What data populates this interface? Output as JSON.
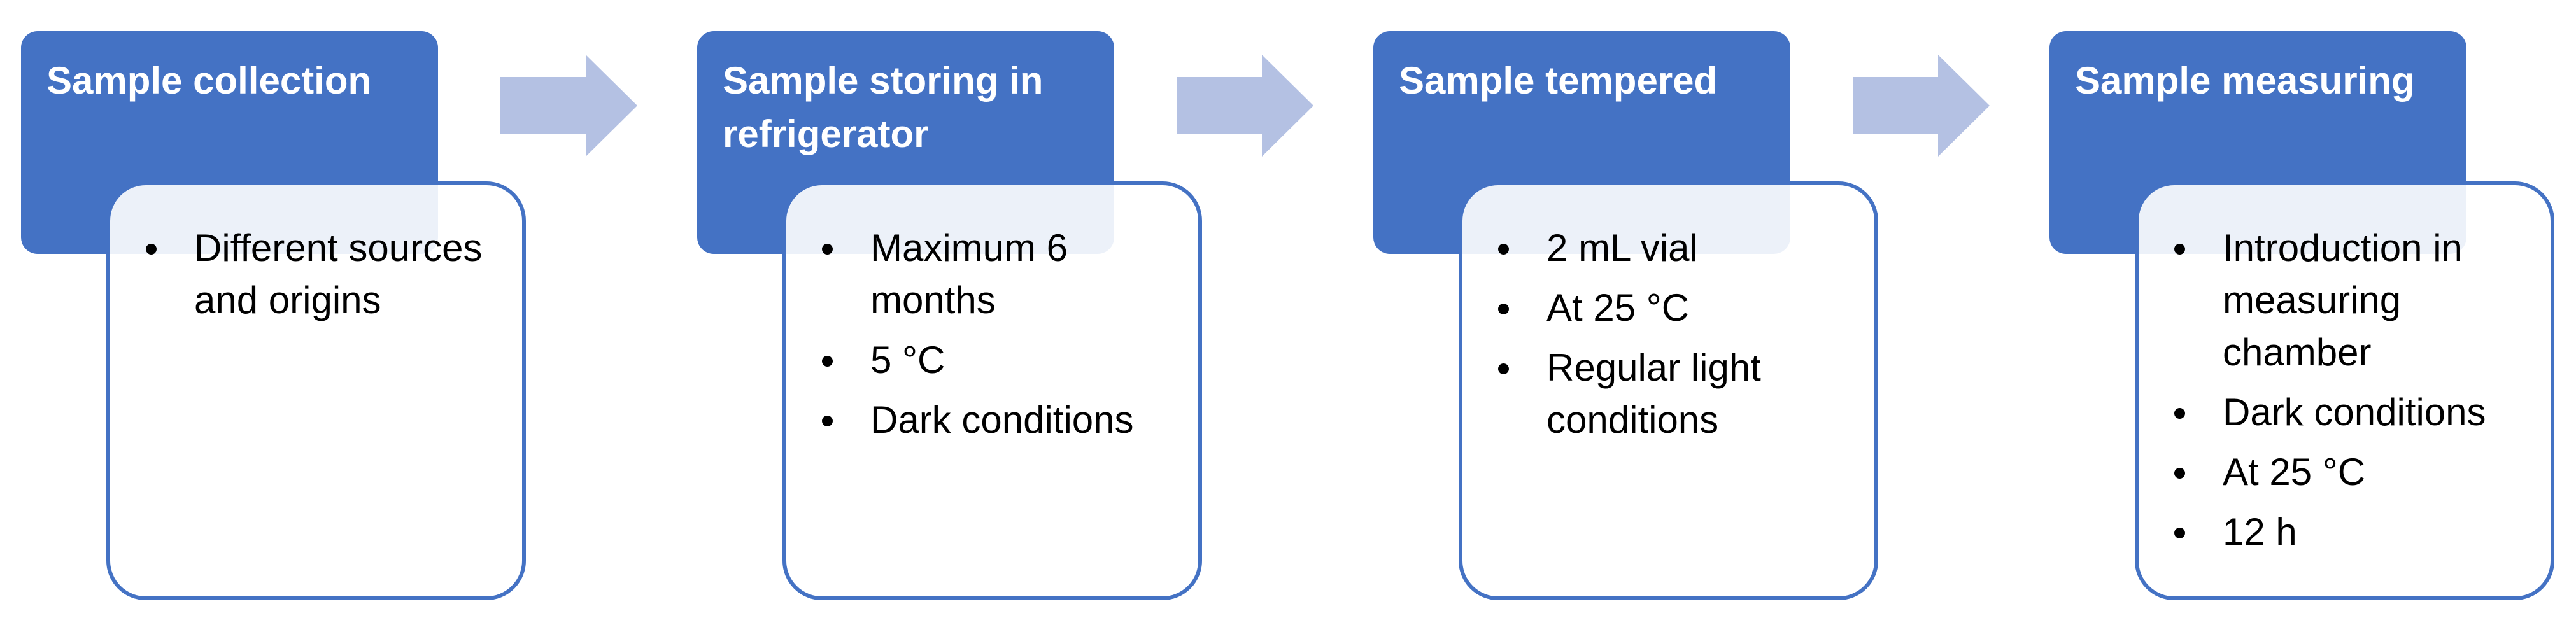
{
  "colors": {
    "header_fill": "#4472C4",
    "header_text": "#FFFFFF",
    "detail_border": "#4472C4",
    "arrow_fill": "#B4C1E3"
  },
  "steps": [
    {
      "title": "Sample collection",
      "items": [
        "Different sources and origins"
      ]
    },
    {
      "title": "Sample storing in refrigerator",
      "items": [
        "Maximum 6 months",
        "5 °C",
        "Dark conditions"
      ]
    },
    {
      "title": "Sample tempered",
      "items": [
        "2 mL vial",
        "At 25 °C",
        "Regular light conditions"
      ]
    },
    {
      "title": "Sample measuring",
      "items": [
        "Introduction in measuring chamber",
        "Dark conditions",
        "At 25 °C",
        "12 h"
      ]
    }
  ]
}
